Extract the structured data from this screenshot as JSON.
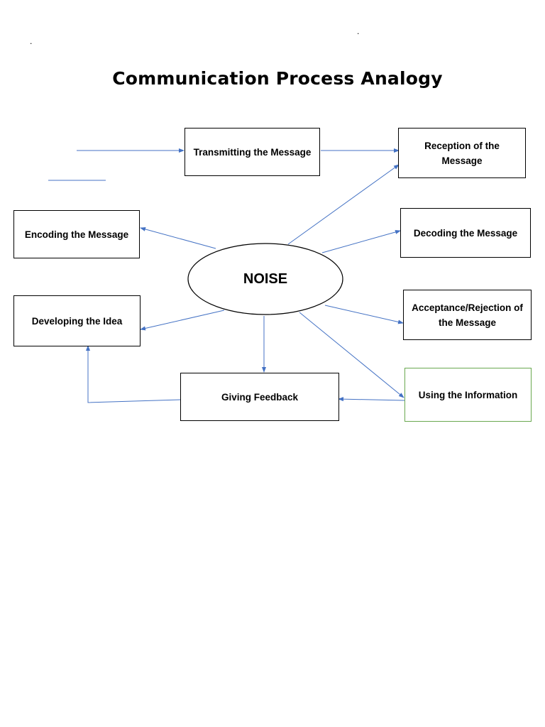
{
  "document": {
    "title": "Communication Process Analogy",
    "stray_marks": [
      ".",
      "."
    ]
  },
  "diagram": {
    "center": {
      "label": "NOISE"
    },
    "nodes": {
      "transmitting": "Transmitting the Message",
      "reception": "Reception of the Message",
      "encoding": "Encoding the Message",
      "decoding": "Decoding the Message",
      "developing": "Developing the Idea",
      "acceptance": "Acceptance/Rejection of the Message",
      "feedback": "Giving Feedback",
      "using": "Using the Information"
    },
    "colors": {
      "arrow": "#4472c4",
      "box_border": "#000000",
      "using_border": "#6aa84f"
    }
  }
}
